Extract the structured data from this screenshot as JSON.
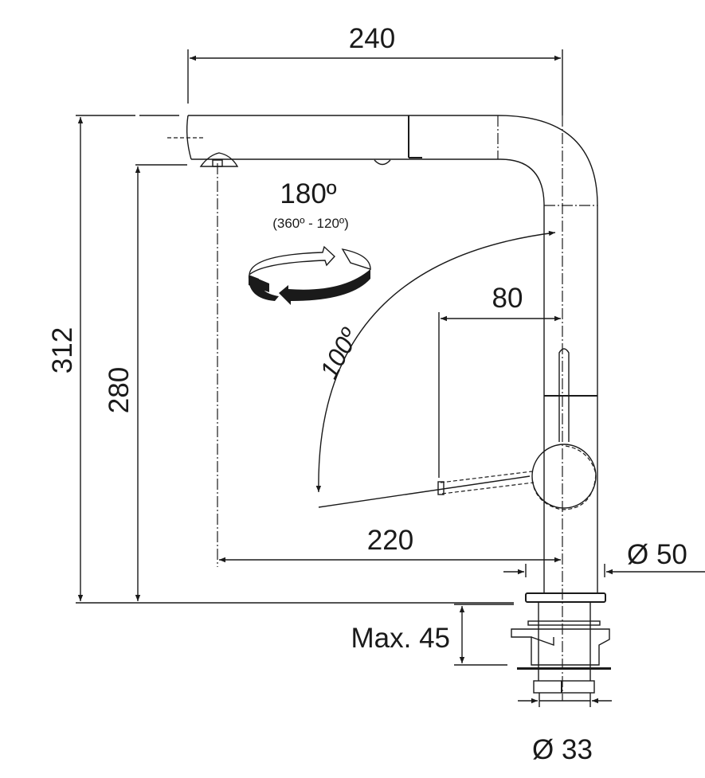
{
  "drawing": {
    "width_total": "240",
    "height_total": "312",
    "spout_height": "280",
    "rotation": "180º",
    "rotation_note": "(360º - 120º)",
    "lever_angle": "100º",
    "lever_reach": "80",
    "spout_reach": "220",
    "base_diameter": "Ø 50",
    "max_deck_thickness": "Max. 45",
    "hole_diameter": "Ø 33"
  }
}
